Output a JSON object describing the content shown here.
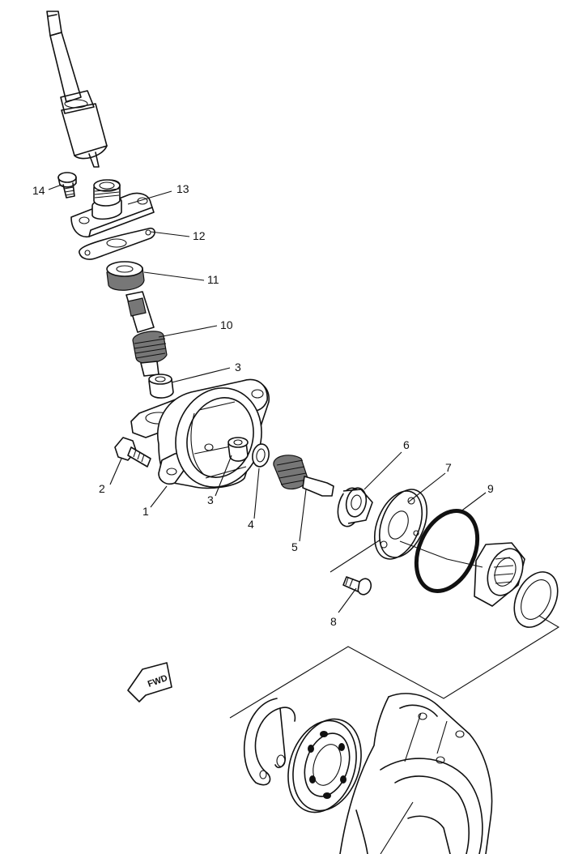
{
  "diagram": {
    "callouts": [
      {
        "id": "14",
        "text": "14"
      },
      {
        "id": "13",
        "text": "13"
      },
      {
        "id": "12",
        "text": "12"
      },
      {
        "id": "11",
        "text": "11"
      },
      {
        "id": "10",
        "text": "10"
      },
      {
        "id": "3a",
        "text": "3"
      },
      {
        "id": "2",
        "text": "2"
      },
      {
        "id": "1",
        "text": "1"
      },
      {
        "id": "3b",
        "text": "3"
      },
      {
        "id": "4",
        "text": "4"
      },
      {
        "id": "5",
        "text": "5"
      },
      {
        "id": "6",
        "text": "6"
      },
      {
        "id": "7",
        "text": "7"
      },
      {
        "id": "9",
        "text": "9"
      },
      {
        "id": "8",
        "text": "8"
      }
    ],
    "direction_marker": "FWD"
  },
  "colors": {
    "ink": "#111111",
    "paper": "#ffffff"
  }
}
